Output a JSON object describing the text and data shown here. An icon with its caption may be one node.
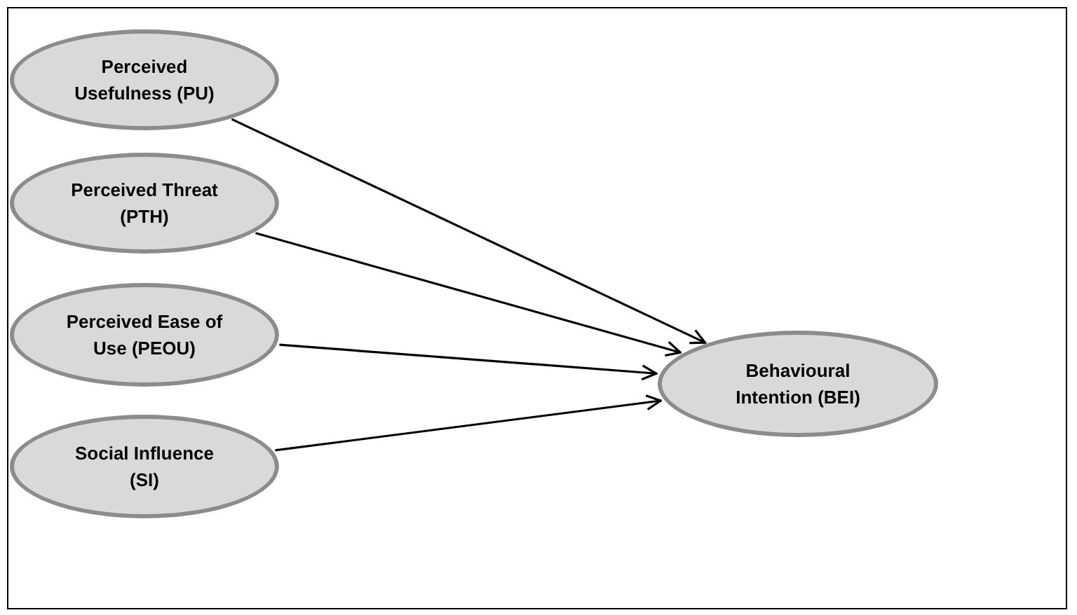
{
  "diagram": {
    "nodes": [
      {
        "text": [
          "Perceived Usefulness (PU)"
        ]
      },
      {
        "text": [
          "Perceived Threat (PTH)"
        ]
      },
      {
        "text": [
          "Perceived Ease of Use (PEOU)"
        ]
      },
      {
        "text": [
          "Social Influence (SI)"
        ]
      },
      {
        "text": [
          "Behavioural Intention (BEI)"
        ]
      }
    ],
    "edges": [
      {
        "from": 0,
        "to": 4,
        "arrow": "to"
      },
      {
        "from": 1,
        "to": 4,
        "arrow": "to"
      },
      {
        "from": 2,
        "to": 4,
        "arrow": "to"
      },
      {
        "from": 3,
        "to": 4,
        "arrow": "to"
      }
    ]
  }
}
